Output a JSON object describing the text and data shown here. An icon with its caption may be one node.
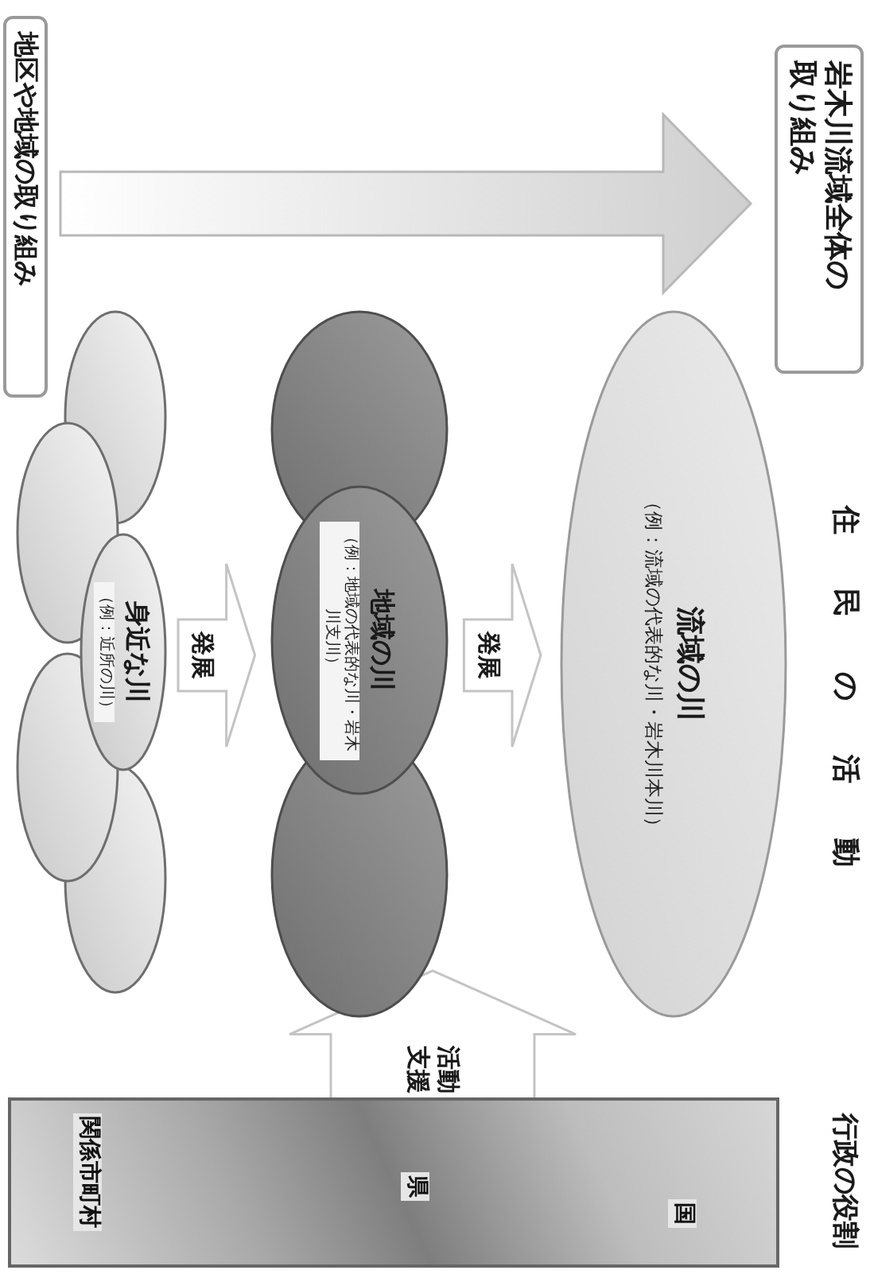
{
  "diagram": {
    "nodes": [
      {
        "text": [
          "地区や地域の取り組み"
        ]
      },
      {
        "text": [
          "岩木川流域全体の取り組み"
        ]
      },
      {
        "text": [],
        "shape": "ellipse"
      },
      {
        "text": [],
        "shape": "ellipse"
      },
      {
        "text": [
          "身近な川",
          "（例：近所の川）"
        ]
      },
      {
        "text": [],
        "shape": "ellipse"
      },
      {
        "text": [],
        "shape": "ellipse"
      },
      {
        "text": [],
        "shape": "ellipse"
      },
      {
        "text": [
          "地域の川",
          "（例：地域の代表的な川・岩木川支川）"
        ]
      },
      {
        "text": [],
        "shape": "ellipse"
      },
      {
        "text": [
          "流域の川",
          "（例：流域の代表的な川・岩木川本川）"
        ]
      },
      {
        "text": [
          "国",
          "県",
          "関係市町村"
        ]
      }
    ],
    "edges": [
      {
        "from": 0,
        "to": 1,
        "arrow": "to"
      },
      {
        "from": 4,
        "to": 8,
        "label": "発展",
        "arrow": "to"
      },
      {
        "from": 8,
        "to": 10,
        "label": "発展",
        "arrow": "to"
      },
      {
        "from": 11,
        "to": 9,
        "label": "活動支援",
        "arrow": "to"
      }
    ],
    "labels": [
      "住民の活動",
      "行政の役割"
    ]
  }
}
